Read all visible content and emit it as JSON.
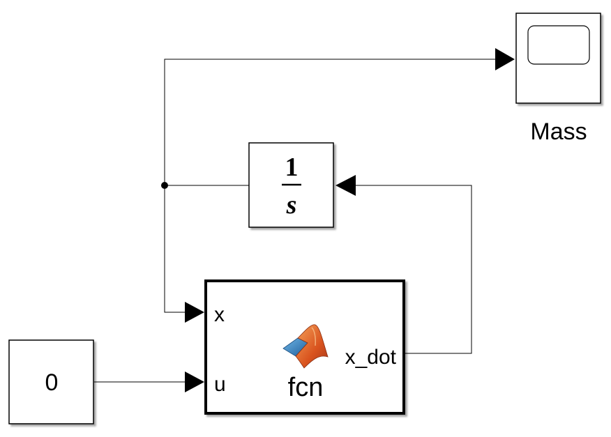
{
  "blocks": {
    "constant": {
      "value": "0"
    },
    "integrator": {
      "numerator": "1",
      "denominator": "s"
    },
    "scope": {
      "label": "Mass"
    },
    "matlab_function": {
      "name": "fcn",
      "inputs": [
        "x",
        "u"
      ],
      "outputs": [
        "x_dot"
      ],
      "icon": "matlab-logo-icon"
    }
  },
  "signals": [
    {
      "from": "integrator",
      "to": "scope"
    },
    {
      "from": "integrator",
      "to": "matlab_function.x"
    },
    {
      "from": "constant",
      "to": "matlab_function.u"
    },
    {
      "from": "matlab_function.x_dot",
      "to": "integrator"
    }
  ]
}
